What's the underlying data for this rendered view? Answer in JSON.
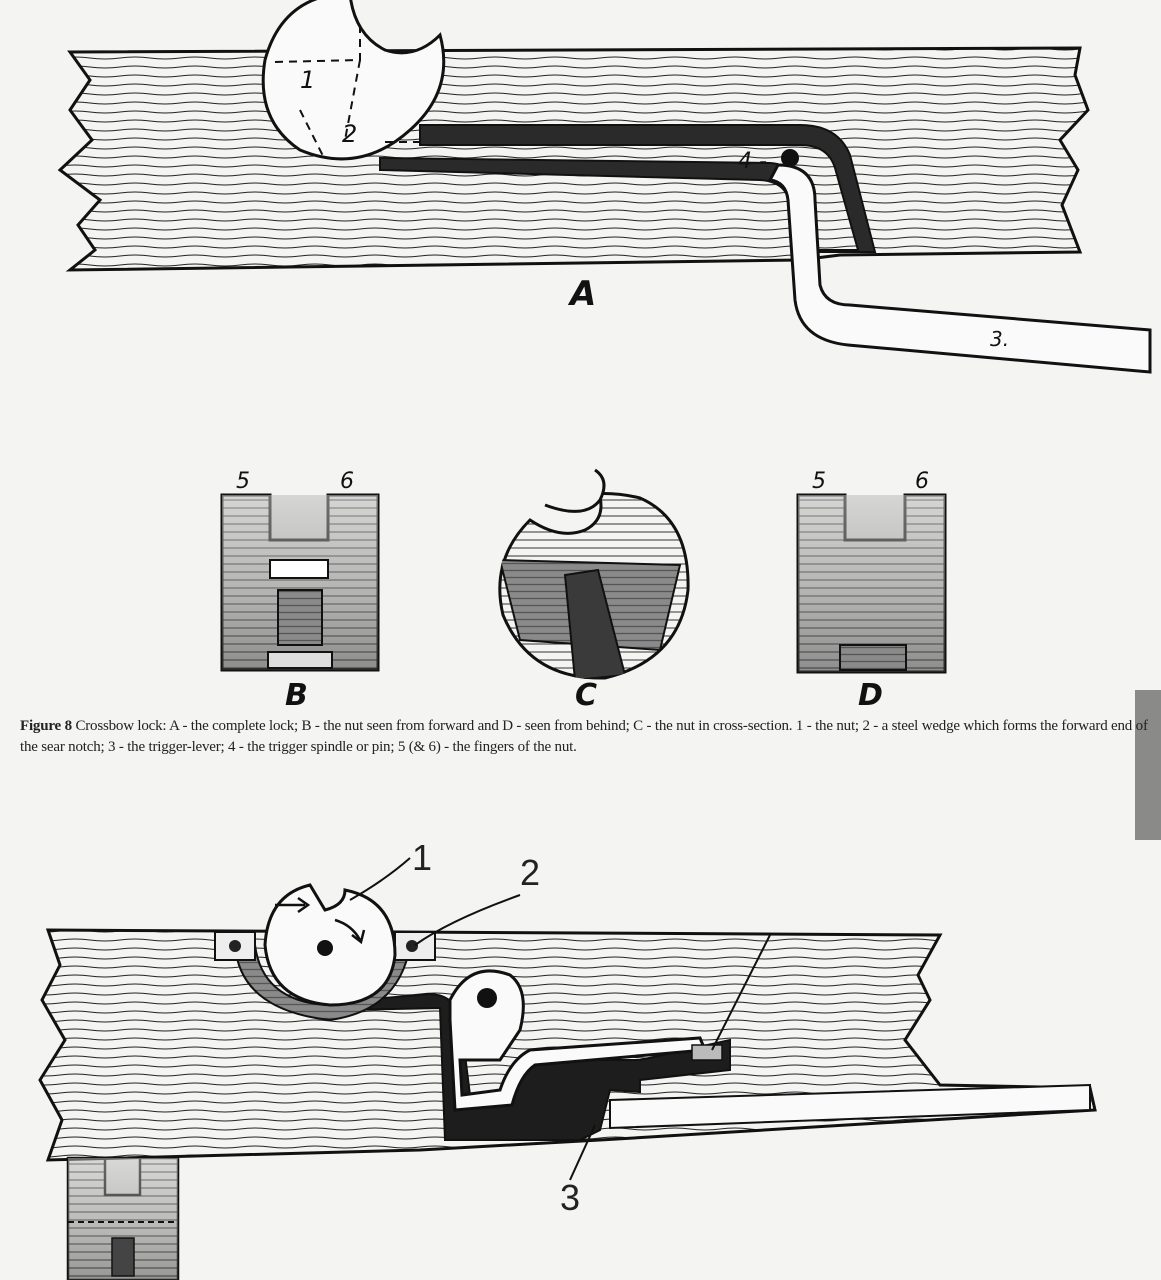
{
  "figure_a": {
    "label": "A",
    "callouts": [
      "1",
      "2",
      "3.",
      "4 -"
    ]
  },
  "figure_parts": {
    "b": {
      "label": "B",
      "fingers": [
        "5",
        "6"
      ]
    },
    "c": {
      "label": "C"
    },
    "d": {
      "label": "D",
      "fingers": [
        "5",
        "6"
      ]
    }
  },
  "caption": {
    "figure_no": "Figure 8",
    "text": "Crossbow lock: A - the complete lock; B - the nut seen from forward and D - seen from behind; C - the nut in cross-section. 1 - the nut; 2 - a steel wedge which forms the forward end of the sear notch; 3 - the trigger-lever; 4 - the trigger spindle or pin; 5 (& 6) - the fingers of the nut."
  },
  "figure_bottom": {
    "callouts": [
      "1",
      "2",
      "3"
    ]
  },
  "colors": {
    "ink": "#1a1a1a",
    "metal_dark": "#2b2b2b",
    "metal_gray": "#6e6e6e",
    "paper": "#f4f4f2"
  }
}
